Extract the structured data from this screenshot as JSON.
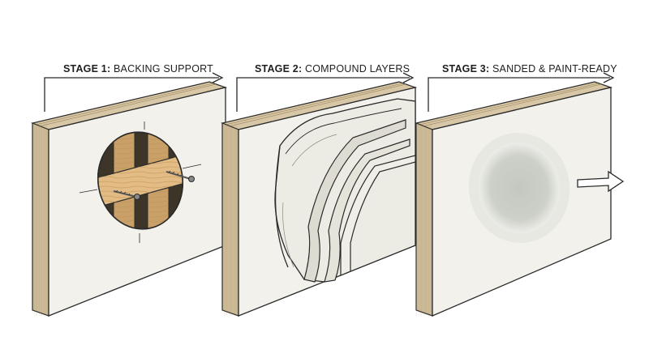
{
  "stages": [
    {
      "num": "STAGE 1:",
      "desc": "BACKING SUPPORT"
    },
    {
      "num": "STAGE 2:",
      "desc": "COMPOUND LAYERS"
    },
    {
      "num": "STAGE 3:",
      "desc": "SANDED & PAINT-READY"
    }
  ],
  "colors": {
    "ink": "#2a2a2a",
    "panel_face": "#f2f1ec",
    "panel_edge": "#c9b99a",
    "wood": "#d9b27a",
    "compound": "#ecebe4",
    "patch": "#c9ccc4"
  },
  "icons": [
    "screw-icon",
    "arrow-right-icon"
  ]
}
